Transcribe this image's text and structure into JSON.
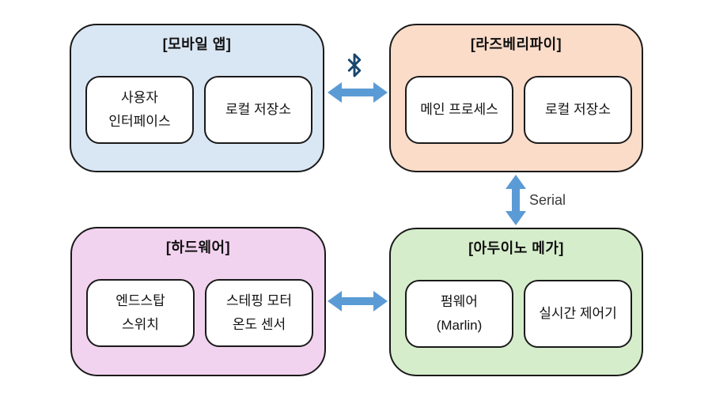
{
  "diagram": {
    "title_hint": "printer-system-architecture",
    "colors": {
      "background": "#ffffff",
      "outline": "#1a1a1a",
      "arrow_blue": "#5b9bd5",
      "bluetooth_navy": "#17466e",
      "mobile_bg": "#d9e6f3",
      "raspi_bg": "#fadcc9",
      "hardware_bg": "#f2d3ef",
      "arduino_bg": "#d6edcb"
    },
    "groups": [
      {
        "id": "mobile-app",
        "title": "[모바일 앱]",
        "bg": "#d9e6f3",
        "children": [
          {
            "lines": [
              "사용자",
              "인터페이스"
            ]
          },
          {
            "lines": [
              "로컬 저장소"
            ]
          }
        ]
      },
      {
        "id": "raspberry-pi",
        "title": "[라즈베리파이]",
        "bg": "#fadcc9",
        "children": [
          {
            "lines": [
              "메인 프로세스"
            ]
          },
          {
            "lines": [
              "로컬 저장소"
            ]
          }
        ]
      },
      {
        "id": "hardware",
        "title": "[하드웨어]",
        "bg": "#f2d3ef",
        "children": [
          {
            "lines": [
              "엔드스탑",
              "스위치"
            ]
          },
          {
            "lines": [
              "스테핑 모터",
              "온도 센서"
            ]
          }
        ]
      },
      {
        "id": "arduino-mega",
        "title": "[아두이노 메가]",
        "bg": "#d6edcb",
        "children": [
          {
            "lines": [
              "펌웨어",
              "(Marlin)"
            ]
          },
          {
            "lines": [
              "실시간 제어기"
            ]
          }
        ]
      }
    ],
    "connections": {
      "bluetooth": {
        "type": "bidirectional-horizontal",
        "icon": "bluetooth-icon",
        "label": ""
      },
      "serial": {
        "type": "bidirectional-vertical",
        "label": "Serial"
      },
      "hardware_link": {
        "type": "bidirectional-horizontal",
        "label": ""
      }
    }
  }
}
